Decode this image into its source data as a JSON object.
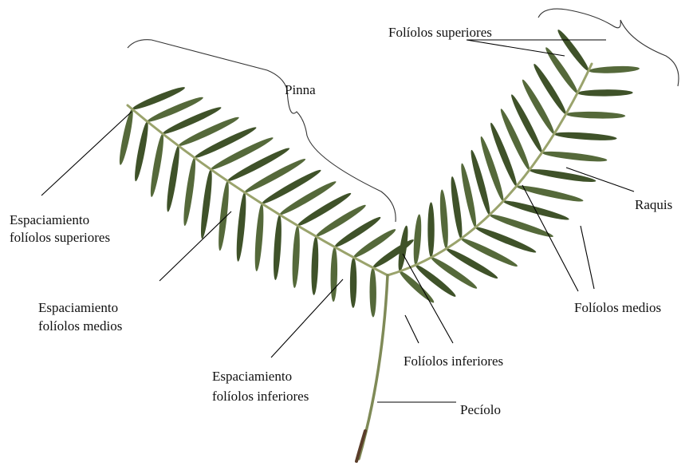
{
  "labels": {
    "pinna": "Pinna",
    "upper_leaflets": "Folíolos superiores",
    "rachis": "Raquis",
    "upper_spacing": [
      "Espaciamiento",
      "folíolos superiores"
    ],
    "middle_spacing": [
      "Espaciamiento",
      "folíolos medios"
    ],
    "middle_leaflets": "Folíolos medios",
    "lower_leaflets": "Folíolos inferiores",
    "lower_spacing": [
      "Espaciamiento",
      "folíolos inferiores"
    ],
    "petiole": "Pecíolo"
  },
  "colors": {
    "leaf": "#55693a",
    "leaf_dark": "#3f5229",
    "rachis": "#9aa36c",
    "petiole": "#7f8a57",
    "petiole_base": "#5a3d2a",
    "line": "#000000",
    "brace": "#333333"
  }
}
